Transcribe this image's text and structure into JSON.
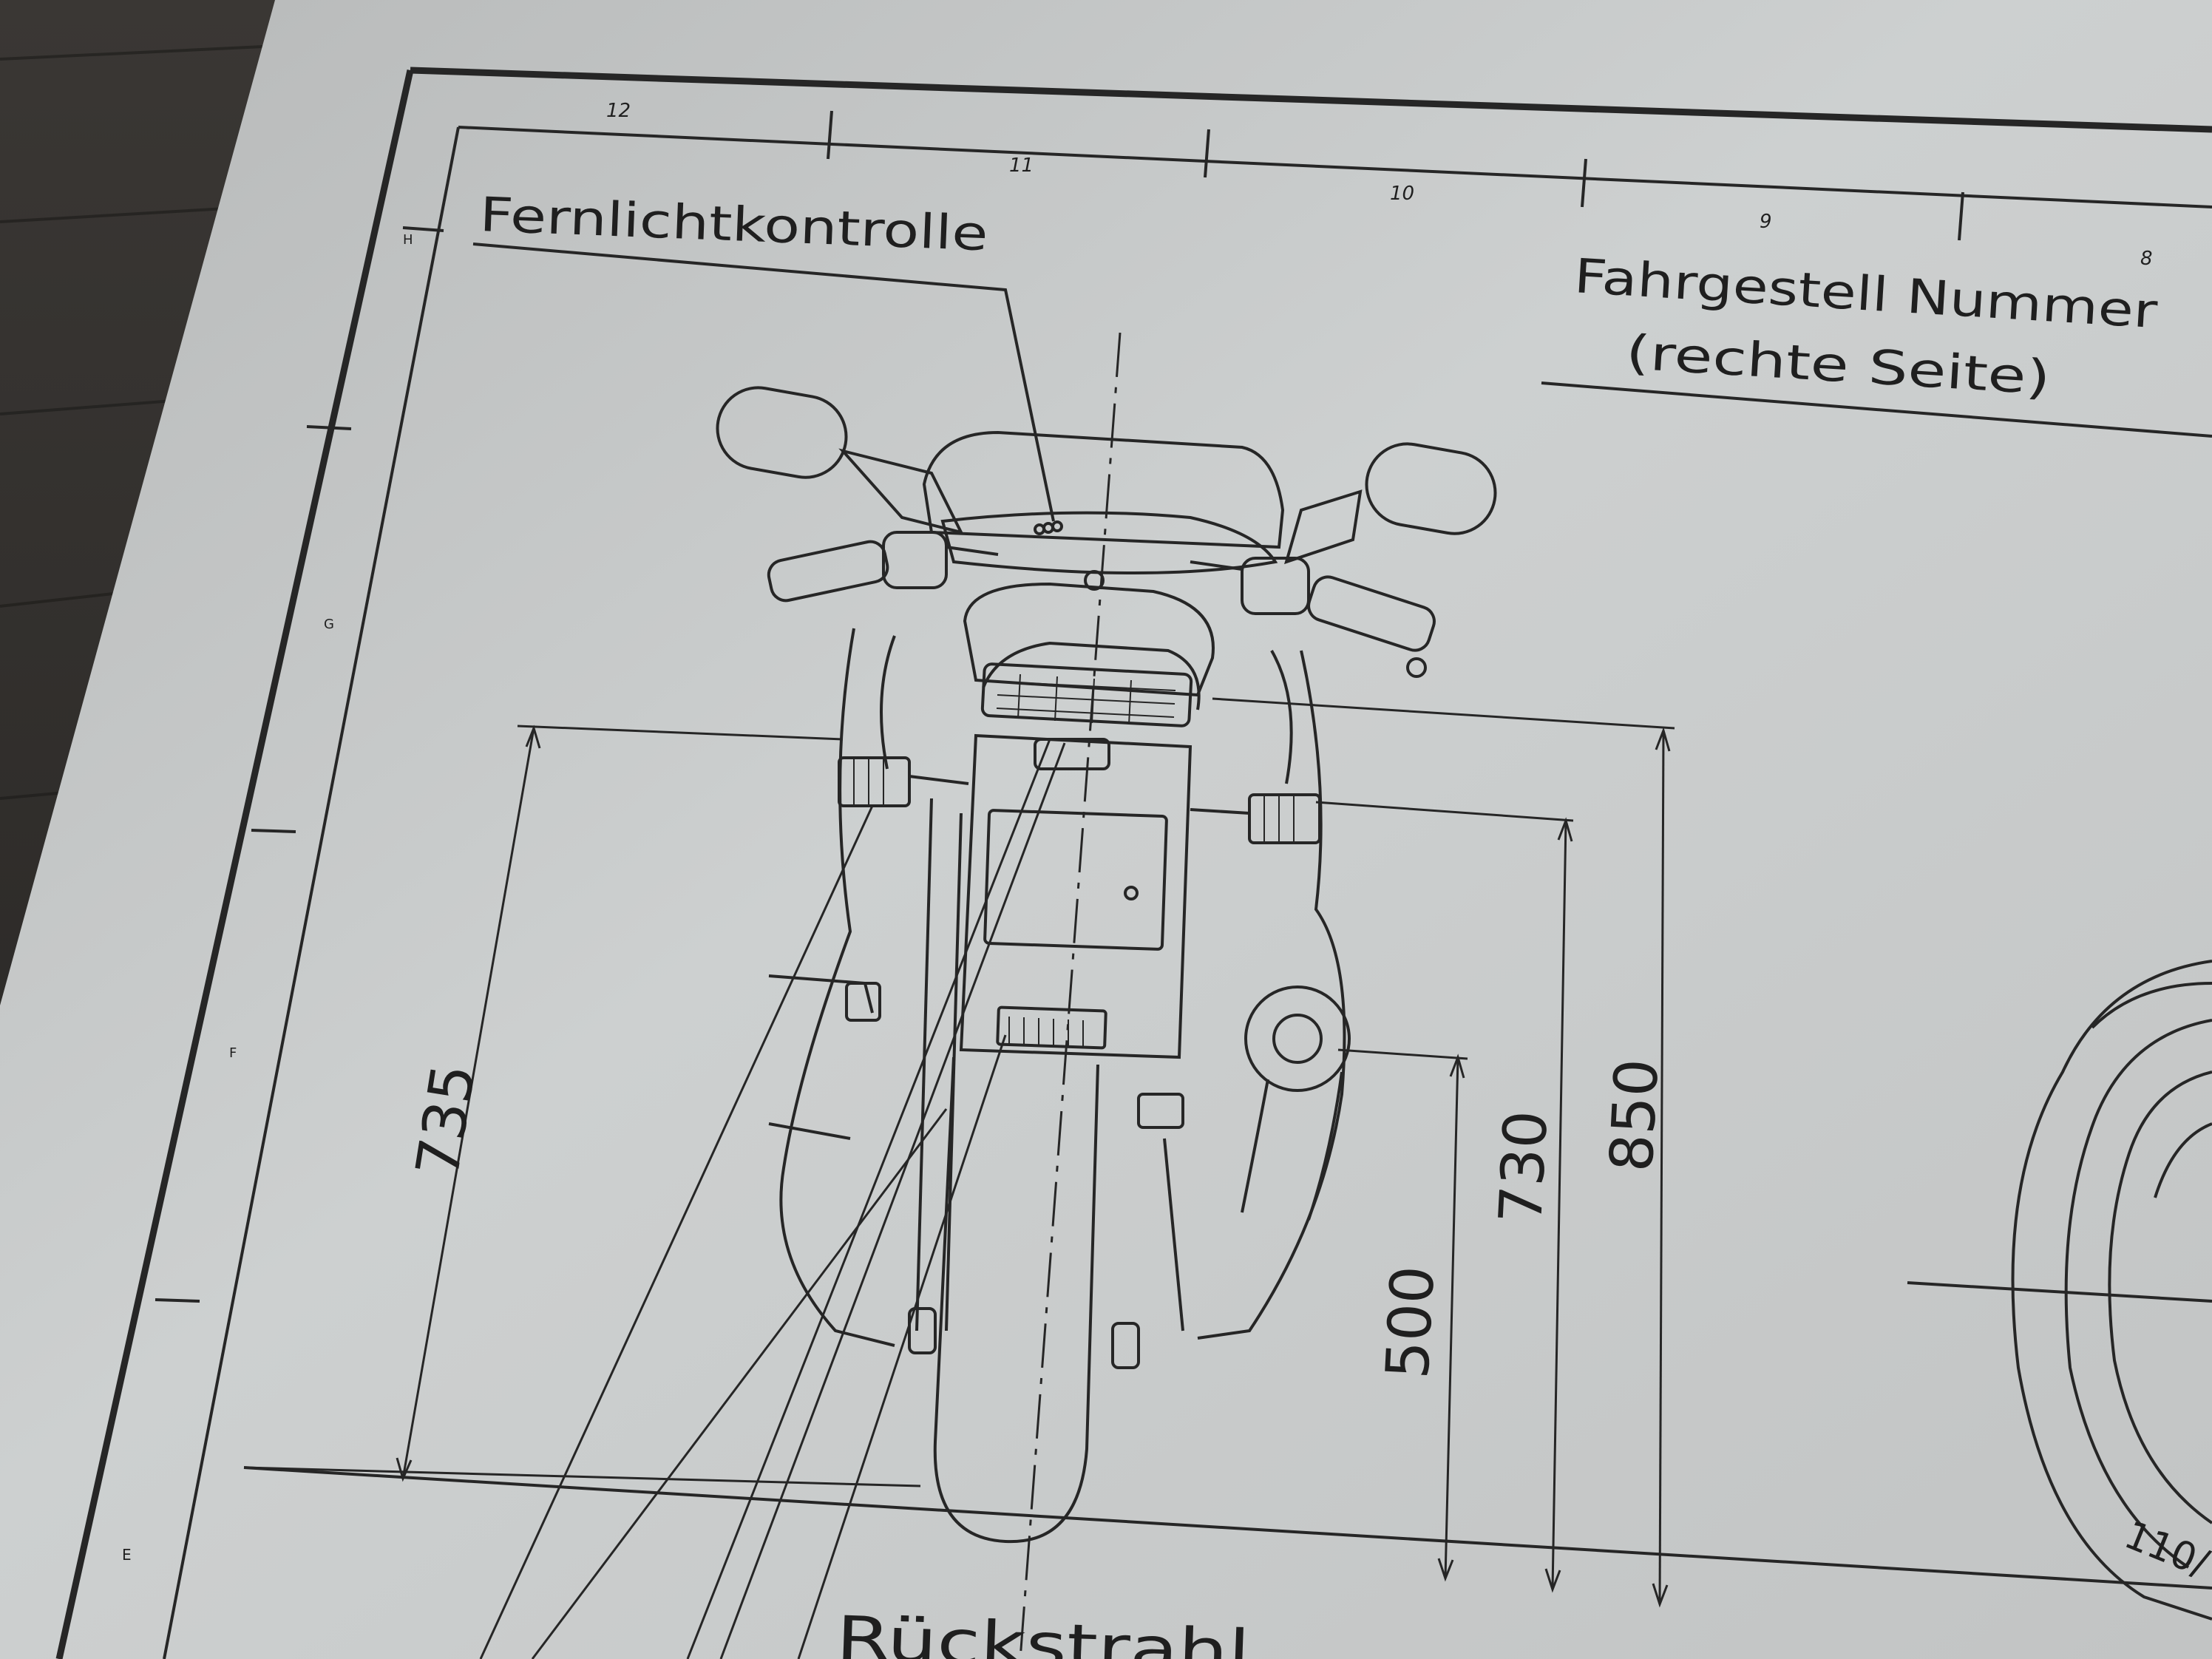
{
  "drawing": {
    "callout_high_beam": "Fernlichtkontrolle",
    "frame_title_line1": "Fahrgestell Nummer",
    "frame_title_line2": "(rechte Seite)",
    "callout_reflector": "Rückstrahl",
    "tire_size_partial": "110/",
    "zone_numbers": [
      "12",
      "11",
      "10",
      "9",
      "8"
    ],
    "row_markers": [
      "H",
      "G",
      "F",
      "E"
    ]
  },
  "dimensions": {
    "d735": "735",
    "d500": "500",
    "d730": "730",
    "d850": "850"
  },
  "colors": {
    "paper": "#c7c9c9",
    "ink": "#232323",
    "table_background": "#2d2b29"
  }
}
